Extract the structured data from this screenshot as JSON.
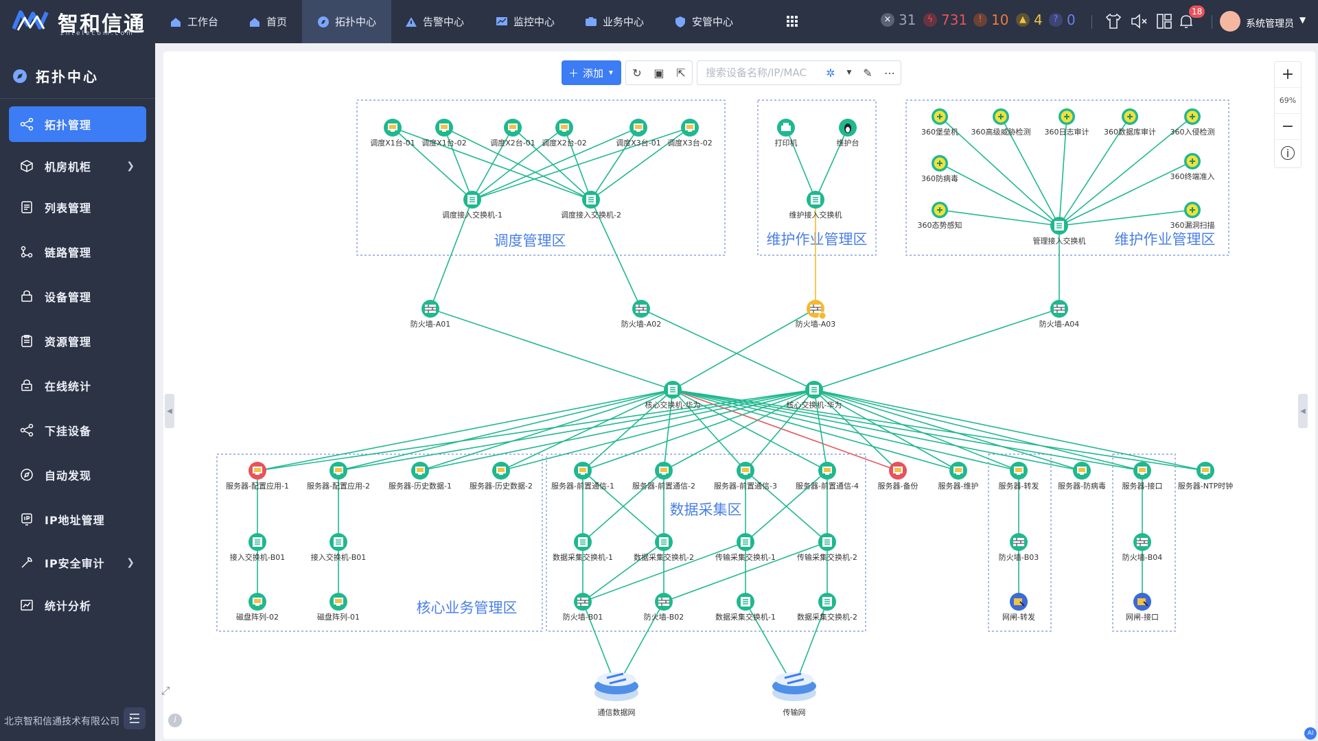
{
  "app": {
    "logo_text": "智和信通",
    "logo_sub": "zhtelecom.com"
  },
  "nav": [
    {
      "label": "工作台",
      "icon": "home-icon"
    },
    {
      "label": "首页",
      "icon": "home-icon"
    },
    {
      "label": "拓扑中心",
      "icon": "compass-icon",
      "active": true
    },
    {
      "label": "告警中心",
      "icon": "warning-icon"
    },
    {
      "label": "监控中心",
      "icon": "monitor-icon"
    },
    {
      "label": "业务中心",
      "icon": "business-icon"
    },
    {
      "label": "安管中心",
      "icon": "shield-icon"
    }
  ],
  "stats": [
    {
      "value": "31",
      "color": "#9aa3b5"
    },
    {
      "value": "731",
      "color": "#e8525b"
    },
    {
      "value": "10",
      "color": "#f07a3c"
    },
    {
      "value": "4",
      "color": "#f3c244"
    },
    {
      "value": "0",
      "color": "#6d7ff0"
    }
  ],
  "header": {
    "notification_count": "18",
    "user_name": "系统管理员"
  },
  "sidebar": {
    "title": "拓扑中心",
    "items": [
      {
        "label": "拓扑管理",
        "icon": "topology-icon",
        "active": true
      },
      {
        "label": "机房机柜",
        "icon": "cube-icon",
        "chevron": true
      },
      {
        "label": "列表管理",
        "icon": "list-icon"
      },
      {
        "label": "链路管理",
        "icon": "link-icon"
      },
      {
        "label": "设备管理",
        "icon": "device-icon"
      },
      {
        "label": "资源管理",
        "icon": "resource-icon"
      },
      {
        "label": "在线统计",
        "icon": "stats-icon"
      },
      {
        "label": "下挂设备",
        "icon": "sub-device-icon"
      },
      {
        "label": "自动发现",
        "icon": "discover-icon"
      },
      {
        "label": "IP地址管理",
        "icon": "ip-icon"
      },
      {
        "label": "IP安全审计",
        "icon": "audit-icon",
        "chevron": true
      },
      {
        "label": "统计分析",
        "icon": "chart-icon"
      }
    ],
    "footer": "北京智和信通技术有限公司"
  },
  "toolbar": {
    "add_label": "添加",
    "search_placeholder": "搜索设备名称/IP/MAC"
  },
  "zoom": {
    "percent": "69%"
  },
  "topology": {
    "zones": [
      {
        "id": "z1",
        "label": "调度管理区"
      },
      {
        "id": "z2",
        "label": "维护作业管理区"
      },
      {
        "id": "z3",
        "label": "维护作业管理区"
      },
      {
        "id": "z4",
        "label": "核心业务管理区"
      },
      {
        "id": "z5",
        "label": "数据采集区"
      },
      {
        "id": "z6",
        "label": ""
      },
      {
        "id": "z7",
        "label": ""
      }
    ],
    "nodes": [
      {
        "id": "d1",
        "label": "调度X1台-01",
        "kind": "pc"
      },
      {
        "id": "d2",
        "label": "调度X1台-02",
        "kind": "pc"
      },
      {
        "id": "d3",
        "label": "调度X2台-01",
        "kind": "pc"
      },
      {
        "id": "d4",
        "label": "调度X2台-02",
        "kind": "pc"
      },
      {
        "id": "d5",
        "label": "调度X3台-01",
        "kind": "pc"
      },
      {
        "id": "d6",
        "label": "调度X3台-02",
        "kind": "pc"
      },
      {
        "id": "s1",
        "label": "调度接入交换机-1",
        "kind": "switch"
      },
      {
        "id": "s2",
        "label": "调度接入交换机-2",
        "kind": "switch"
      },
      {
        "id": "pr",
        "label": "打印机",
        "kind": "printer"
      },
      {
        "id": "mt",
        "label": "维护台",
        "kind": "linux"
      },
      {
        "id": "ms",
        "label": "维护接入交换机",
        "kind": "switch"
      },
      {
        "id": "q1",
        "label": "360堡垒机",
        "kind": "sec"
      },
      {
        "id": "q2",
        "label": "360高级威胁检测",
        "kind": "sec"
      },
      {
        "id": "q3",
        "label": "360日志审计",
        "kind": "sec"
      },
      {
        "id": "q4",
        "label": "360数据库审计",
        "kind": "sec"
      },
      {
        "id": "q5",
        "label": "360入侵检测",
        "kind": "sec"
      },
      {
        "id": "q6",
        "label": "360防病毒",
        "kind": "sec"
      },
      {
        "id": "q7",
        "label": "360终端准入",
        "kind": "sec"
      },
      {
        "id": "q8",
        "label": "360态势感知",
        "kind": "sec"
      },
      {
        "id": "q9",
        "label": "360漏洞扫描",
        "kind": "sec"
      },
      {
        "id": "gs",
        "label": "管理接入交换机",
        "kind": "switch"
      },
      {
        "id": "fa1",
        "label": "防火墙-A01",
        "kind": "fw"
      },
      {
        "id": "fa2",
        "label": "防火墙-A02",
        "kind": "fw"
      },
      {
        "id": "fa3",
        "label": "防火墙-A03",
        "kind": "fw",
        "status": "warn"
      },
      {
        "id": "fa4",
        "label": "防火墙-A04",
        "kind": "fw"
      },
      {
        "id": "c1",
        "label": "核心交换机-华为",
        "kind": "switch"
      },
      {
        "id": "c2",
        "label": "核心交换机-华为",
        "kind": "switch"
      },
      {
        "id": "v1",
        "label": "服务器-配置应用-1",
        "kind": "pc",
        "status": "down"
      },
      {
        "id": "v2",
        "label": "服务器-配置应用-2",
        "kind": "pc"
      },
      {
        "id": "v3",
        "label": "服务器-历史数据-1",
        "kind": "pc"
      },
      {
        "id": "v4",
        "label": "服务器-历史数据-2",
        "kind": "pc"
      },
      {
        "id": "v5",
        "label": "服务器-前置通信-1",
        "kind": "pc"
      },
      {
        "id": "v6",
        "label": "服务器-前置通信-2",
        "kind": "pc"
      },
      {
        "id": "v7",
        "label": "服务器-前置通信-3",
        "kind": "pc"
      },
      {
        "id": "v8",
        "label": "服务器-前置通信-4",
        "kind": "pc"
      },
      {
        "id": "v9",
        "label": "服务器-备份",
        "kind": "pc",
        "status": "down"
      },
      {
        "id": "v10",
        "label": "服务器-维护",
        "kind": "pc"
      },
      {
        "id": "v11",
        "label": "服务器-转发",
        "kind": "pc"
      },
      {
        "id": "v12",
        "label": "服务器-防病毒",
        "kind": "pc"
      },
      {
        "id": "v13",
        "label": "服务器-接口",
        "kind": "pc"
      },
      {
        "id": "v14",
        "label": "服务器-NTP时钟",
        "kind": "pc"
      },
      {
        "id": "b1",
        "label": "接入交换机-B01",
        "kind": "switch"
      },
      {
        "id": "b2",
        "label": "接入交换机-B01",
        "kind": "switch"
      },
      {
        "id": "k1",
        "label": "磁盘阵列-02",
        "kind": "pc"
      },
      {
        "id": "k2",
        "label": "磁盘阵列-01",
        "kind": "pc"
      },
      {
        "id": "x1",
        "label": "数据采集交换机-1",
        "kind": "switch"
      },
      {
        "id": "x2",
        "label": "数据采集交换机-2",
        "kind": "switch"
      },
      {
        "id": "x3",
        "label": "传输采集交换机-1",
        "kind": "switch"
      },
      {
        "id": "x4",
        "label": "传输采集交换机-2",
        "kind": "switch"
      },
      {
        "id": "fb1",
        "label": "防火墙-B01",
        "kind": "fw"
      },
      {
        "id": "fb2",
        "label": "防火墙-B02",
        "kind": "fw"
      },
      {
        "id": "y1",
        "label": "数据采集交换机-1",
        "kind": "switch"
      },
      {
        "id": "y2",
        "label": "数据采集交换机-2",
        "kind": "switch"
      },
      {
        "id": "fb3",
        "label": "防火墙-B03",
        "kind": "fw"
      },
      {
        "id": "gw1",
        "label": "网闸-转发",
        "kind": "gateway"
      },
      {
        "id": "fb4",
        "label": "防火墙-B04",
        "kind": "fw"
      },
      {
        "id": "gw2",
        "label": "网闸-接口",
        "kind": "gateway"
      },
      {
        "id": "n1",
        "label": "通信数据网",
        "kind": "network"
      },
      {
        "id": "n2",
        "label": "传输网",
        "kind": "network"
      }
    ],
    "edges": [
      [
        "d1",
        "s1"
      ],
      [
        "d2",
        "s1"
      ],
      [
        "d3",
        "s1"
      ],
      [
        "d4",
        "s1"
      ],
      [
        "d5",
        "s1"
      ],
      [
        "d6",
        "s1"
      ],
      [
        "d1",
        "s2"
      ],
      [
        "d2",
        "s2"
      ],
      [
        "d3",
        "s2"
      ],
      [
        "d4",
        "s2"
      ],
      [
        "d5",
        "s2"
      ],
      [
        "d6",
        "s2"
      ],
      [
        "pr",
        "ms"
      ],
      [
        "mt",
        "ms"
      ],
      [
        "q1",
        "gs"
      ],
      [
        "q2",
        "gs"
      ],
      [
        "q3",
        "gs"
      ],
      [
        "q4",
        "gs"
      ],
      [
        "q5",
        "gs"
      ],
      [
        "q6",
        "gs"
      ],
      [
        "q7",
        "gs"
      ],
      [
        "q8",
        "gs"
      ],
      [
        "q9",
        "gs"
      ],
      [
        "s1",
        "fa1"
      ],
      [
        "s2",
        "fa2"
      ],
      [
        "ms",
        "fa3",
        "warn"
      ],
      [
        "gs",
        "fa4"
      ],
      [
        "fa1",
        "c1"
      ],
      [
        "fa2",
        "c2"
      ],
      [
        "fa3",
        "c1"
      ],
      [
        "fa4",
        "c2"
      ],
      [
        "c1",
        "v1"
      ],
      [
        "c1",
        "v2"
      ],
      [
        "c1",
        "v3"
      ],
      [
        "c1",
        "v4"
      ],
      [
        "c1",
        "v5"
      ],
      [
        "c1",
        "v6"
      ],
      [
        "c1",
        "v7"
      ],
      [
        "c1",
        "v8"
      ],
      [
        "c1",
        "v9",
        "alarm"
      ],
      [
        "c1",
        "v10"
      ],
      [
        "c1",
        "v11"
      ],
      [
        "c1",
        "v12"
      ],
      [
        "c1",
        "v13"
      ],
      [
        "c1",
        "v14"
      ],
      [
        "c2",
        "v1"
      ],
      [
        "c2",
        "v2"
      ],
      [
        "c2",
        "v3"
      ],
      [
        "c2",
        "v4"
      ],
      [
        "c2",
        "v5"
      ],
      [
        "c2",
        "v6"
      ],
      [
        "c2",
        "v7"
      ],
      [
        "c2",
        "v8"
      ],
      [
        "c2",
        "v9"
      ],
      [
        "c2",
        "v10"
      ],
      [
        "c2",
        "v11"
      ],
      [
        "c2",
        "v12"
      ],
      [
        "c2",
        "v13"
      ],
      [
        "c2",
        "v14"
      ],
      [
        "v1",
        "b1"
      ],
      [
        "b1",
        "k1"
      ],
      [
        "v2",
        "b2"
      ],
      [
        "b2",
        "k2"
      ],
      [
        "v5",
        "x1"
      ],
      [
        "v5",
        "x2"
      ],
      [
        "v6",
        "x1"
      ],
      [
        "v6",
        "x2"
      ],
      [
        "v7",
        "x3"
      ],
      [
        "v7",
        "x4"
      ],
      [
        "v8",
        "x3"
      ],
      [
        "v8",
        "x4"
      ],
      [
        "x1",
        "fb1"
      ],
      [
        "x2",
        "fb1"
      ],
      [
        "x2",
        "fb2"
      ],
      [
        "x3",
        "fb1"
      ],
      [
        "x4",
        "fb2"
      ],
      [
        "x3",
        "y1"
      ],
      [
        "x4",
        "y2"
      ],
      [
        "fb1",
        "n1"
      ],
      [
        "fb2",
        "n1"
      ],
      [
        "y1",
        "n2"
      ],
      [
        "y2",
        "n2"
      ],
      [
        "v11",
        "fb3"
      ],
      [
        "fb3",
        "gw1"
      ],
      [
        "v13",
        "fb4"
      ],
      [
        "fb4",
        "gw2"
      ]
    ]
  },
  "colors": {
    "edge": "#1fb88f",
    "edge_alarm": "#e8525b",
    "edge_warn": "#f5b82e",
    "zone": "#6f8fe0",
    "active": "#3c7cf4"
  }
}
